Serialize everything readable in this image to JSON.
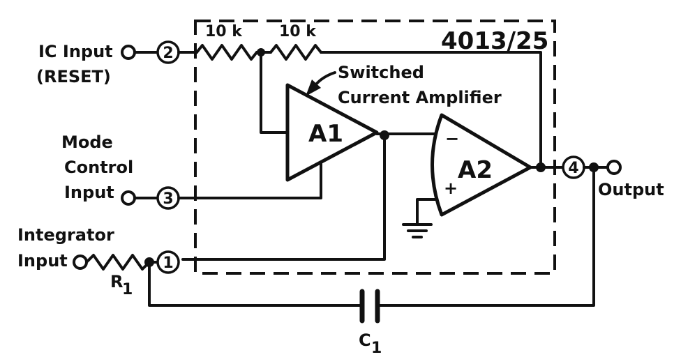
{
  "part_number": "4013/25",
  "labels": {
    "ic_input_line1": "IC Input",
    "ic_input_line2": "(RESET)",
    "mode_line1": "Mode",
    "mode_line2": "Control",
    "mode_line3": "Input",
    "integrator_line1": "Integrator",
    "integrator_line2": "Input",
    "output": "Output",
    "switched_line1": "Switched",
    "switched_line2": "Current Amplifier"
  },
  "components": {
    "r_internal_1": "10 k",
    "r_internal_2": "10 k",
    "amp1": "A1",
    "amp2": "A2",
    "r1_main": "R",
    "r1_sub": "1",
    "c1_main": "C",
    "c1_sub": "1",
    "minus_sign": "−",
    "plus_sign": "+"
  },
  "pins": {
    "pin1": "1",
    "pin2": "2",
    "pin3": "3",
    "pin4": "4"
  }
}
